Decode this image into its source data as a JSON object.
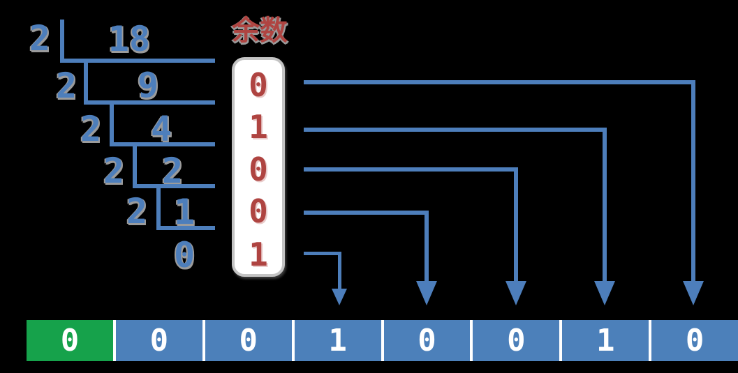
{
  "diagram_title": "余数",
  "division": {
    "steps": [
      {
        "divisor": "2",
        "dividend": "18"
      },
      {
        "divisor": "2",
        "dividend": "9"
      },
      {
        "divisor": "2",
        "dividend": "4"
      },
      {
        "divisor": "2",
        "dividend": "2"
      },
      {
        "divisor": "2",
        "dividend": "1"
      }
    ],
    "final_quotient": "0"
  },
  "remainders": [
    "0",
    "1",
    "0",
    "0",
    "1"
  ],
  "binary_cells": [
    "0",
    "0",
    "0",
    "1",
    "0",
    "0",
    "1",
    "0"
  ],
  "highlighted_cell_index": 0,
  "colors": {
    "blue": "#4d7ebb",
    "cell-blue": "#4c80ba",
    "green": "#16a24b",
    "red": "#af4441",
    "box-border": "#c3c3c3",
    "shadow-gray": "#9b9b9b"
  }
}
